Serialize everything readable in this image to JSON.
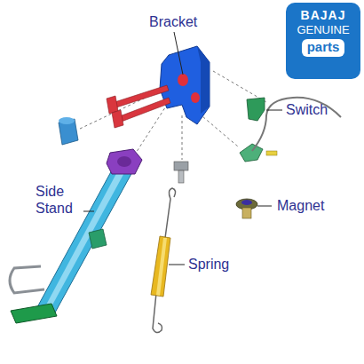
{
  "diagram": {
    "nodes": [
      {
        "text": [
          "BAJAJ",
          "GENUINE",
          "parts"
        ]
      }
    ],
    "labels": [
      "Bracket",
      "Switch",
      "Side Stand",
      "Magnet",
      "Spring"
    ]
  }
}
